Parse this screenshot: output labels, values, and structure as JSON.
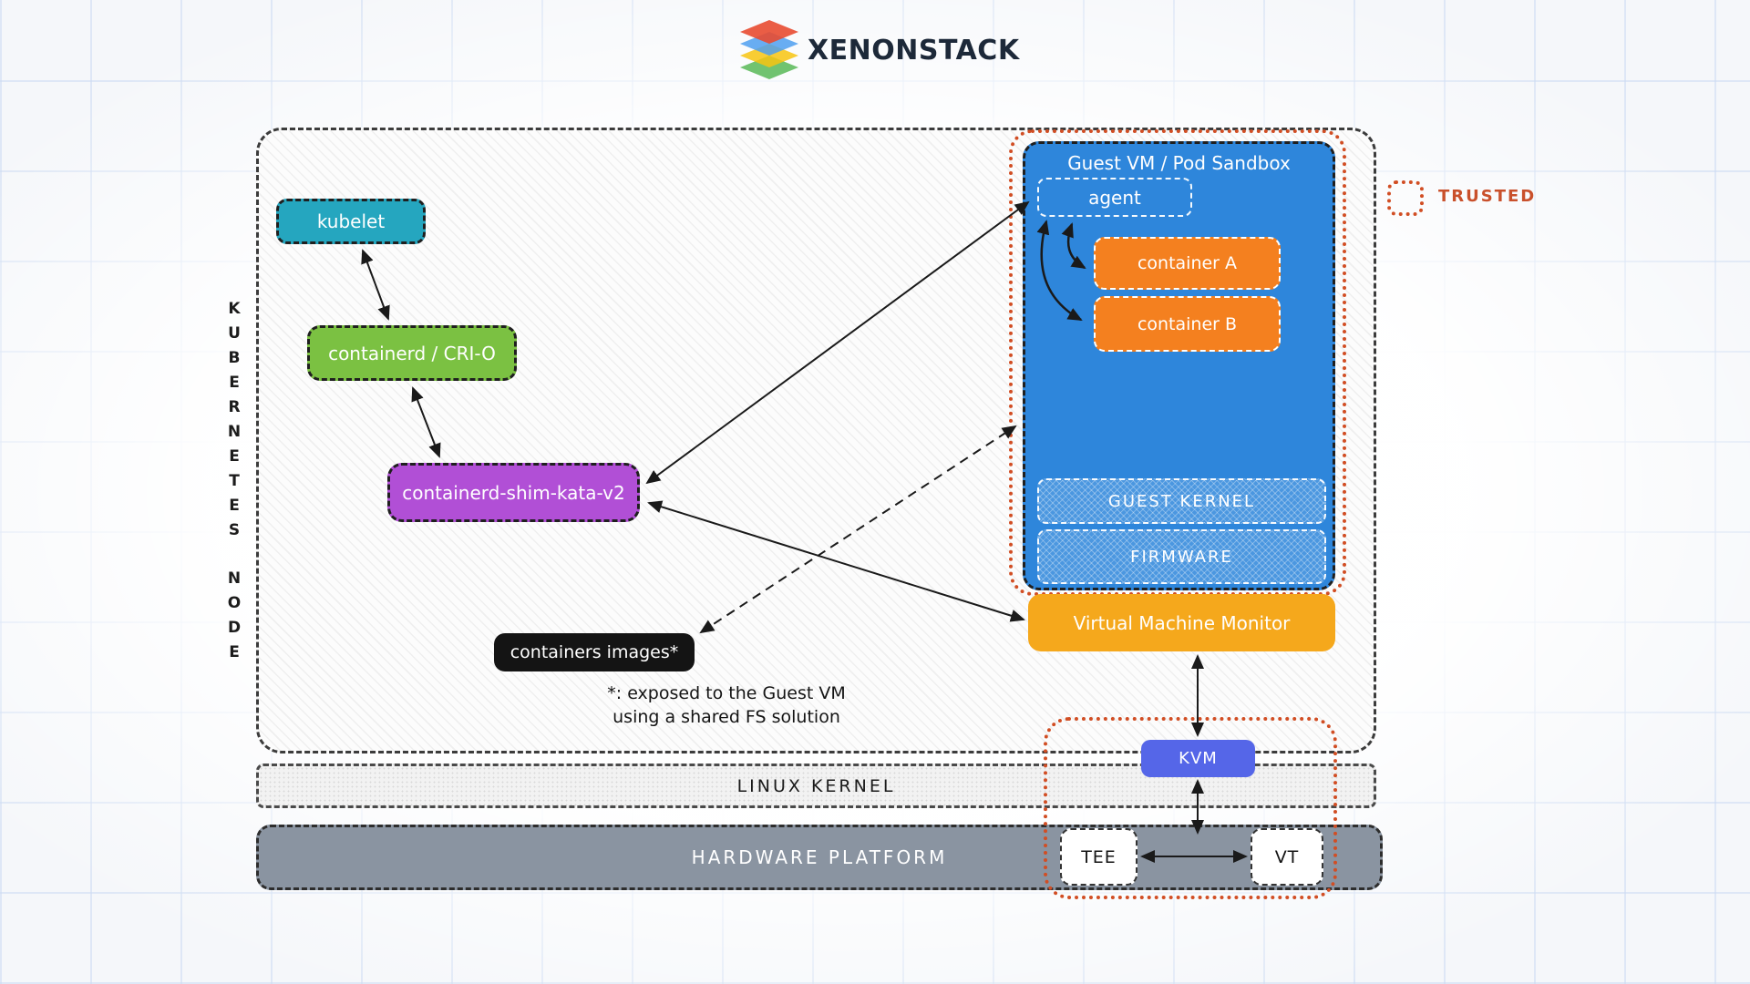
{
  "logo": {
    "text": "XENONSTACK"
  },
  "node_label": "KUBERNETES NODE",
  "boxes": {
    "kubelet": {
      "label": "kubelet",
      "color": "#25a6bf"
    },
    "containerd": {
      "label": "containerd / CRI-O",
      "color": "#7bc142"
    },
    "shim": {
      "label": "containerd-shim-kata-v2",
      "color": "#b14fd6"
    },
    "images": {
      "label": "containers images*",
      "color": "#141414"
    },
    "guest_vm": {
      "title": "Guest VM / Pod Sandbox",
      "color": "#2e86db"
    },
    "agent": {
      "label": "agent"
    },
    "container_a": {
      "label": "container A",
      "color": "#f4801f"
    },
    "container_b": {
      "label": "container B",
      "color": "#f4801f"
    },
    "guest_kernel": {
      "label": "GUEST KERNEL"
    },
    "firmware": {
      "label": "FIRMWARE"
    },
    "vmm": {
      "label": "Virtual Machine Monitor",
      "color": "#f5a81c"
    },
    "kvm": {
      "label": "KVM",
      "color": "#5566e8"
    },
    "linux_kernel": {
      "label": "LINUX KERNEL"
    },
    "hardware": {
      "label": "HARDWARE PLATFORM",
      "color": "#8a94a1"
    },
    "tee": {
      "label": "TEE"
    },
    "vt": {
      "label": "VT"
    }
  },
  "legend": {
    "trusted_label": "TRUSTED",
    "trusted_color": "#d14e24"
  },
  "footnote": {
    "line1": "*: exposed to the Guest VM",
    "line2": "using a shared FS solution"
  }
}
